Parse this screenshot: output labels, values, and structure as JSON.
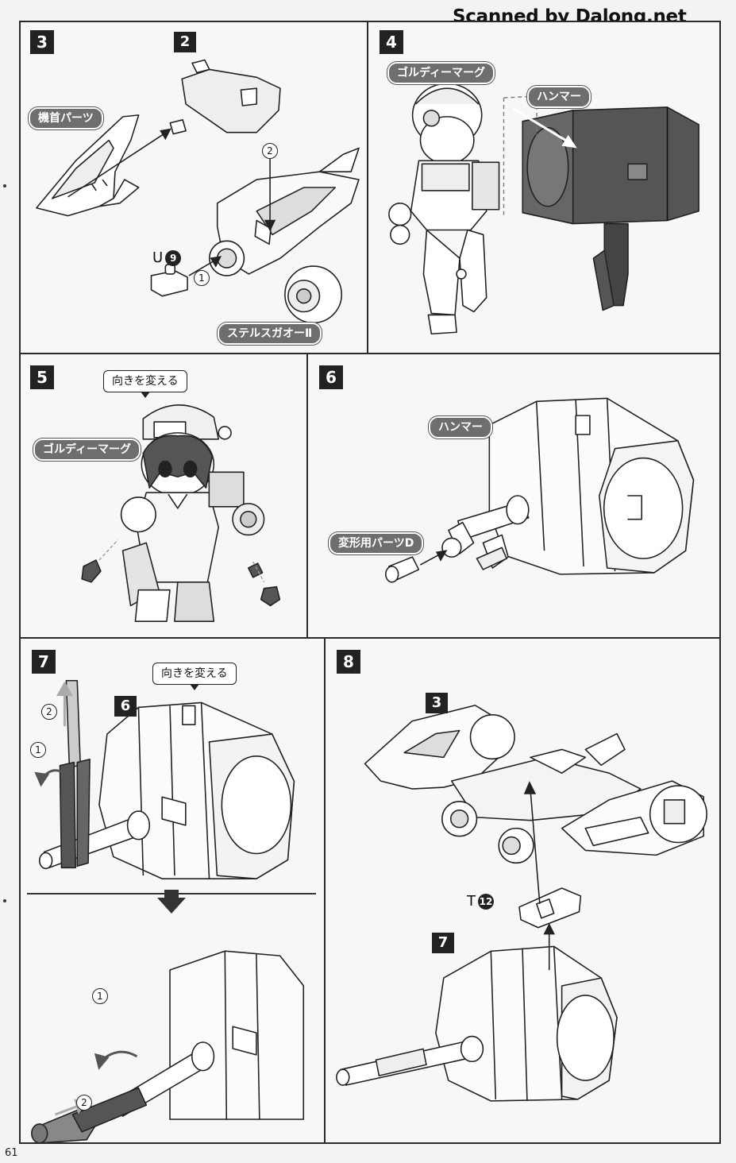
{
  "watermark": "Scanned by Dalong.net",
  "page_number": "61",
  "steps": {
    "s3": {
      "number": "3",
      "tags": {
        "head_parts": "機首パーツ",
        "stealth_gaoh": "ステルスガオーⅡ"
      },
      "ref": "2",
      "part": {
        "letter": "U",
        "num": "9"
      },
      "order": [
        "1",
        "2"
      ]
    },
    "s4": {
      "number": "4",
      "tags": {
        "goldymarg": "ゴルディーマーグ",
        "hammer": "ハンマー"
      }
    },
    "s5": {
      "number": "5",
      "callout": "向きを変える",
      "tags": {
        "goldymarg": "ゴルディーマーグ"
      }
    },
    "s6": {
      "number": "6",
      "tags": {
        "hammer": "ハンマー",
        "transform_part": "変形用パーツD"
      }
    },
    "s7": {
      "number": "7",
      "callout": "向きを変える",
      "ref": "6",
      "order_top": [
        "2",
        "1"
      ],
      "order_bottom": [
        "1",
        "2"
      ]
    },
    "s8": {
      "number": "8",
      "ref_top": "3",
      "ref_bottom": "7",
      "part": {
        "letter": "T",
        "num": "12"
      }
    }
  }
}
